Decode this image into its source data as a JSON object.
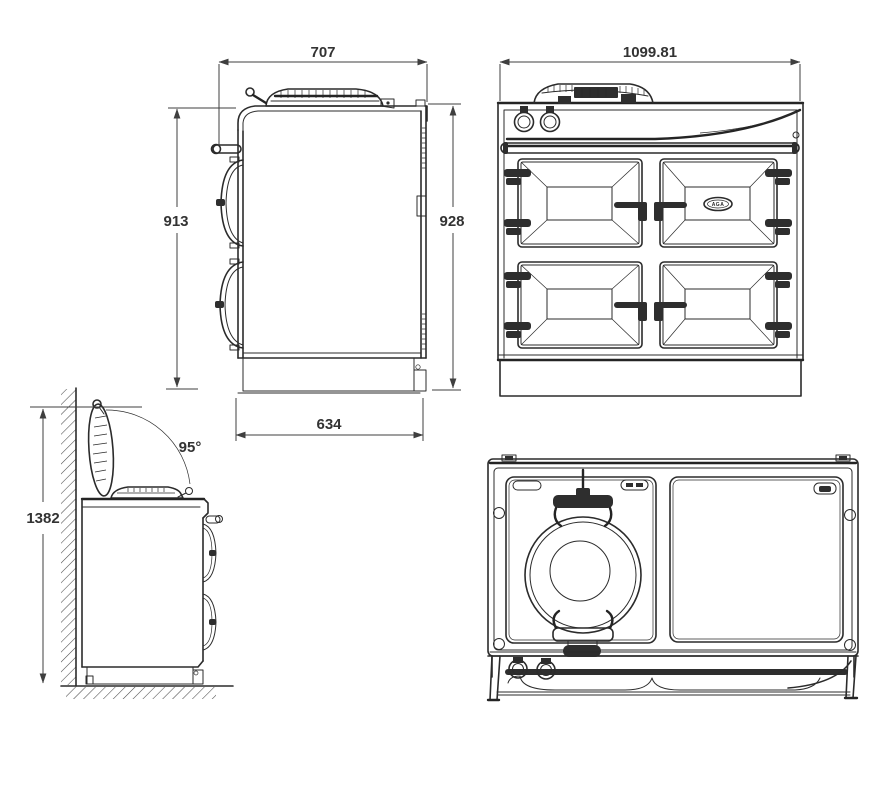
{
  "canvas": {
    "width": "889",
    "height": "800",
    "background": "#ffffff"
  },
  "colors": {
    "ink": "#2b2b2b",
    "dimension_lines": "#3f3f3f",
    "labels": "#333333"
  },
  "drawing": {
    "views": {
      "side": {
        "dims": {
          "top_width": "707",
          "height_left": "913",
          "height_right": "928",
          "bottom_width": "634"
        }
      },
      "front": {
        "dims": {
          "overall_width": "1099.81"
        },
        "badge": "AGA"
      },
      "lid_open": {
        "dims": {
          "overall_height": "1382",
          "opening_angle": "95°"
        }
      },
      "plan": {
        "dims": {}
      }
    }
  }
}
